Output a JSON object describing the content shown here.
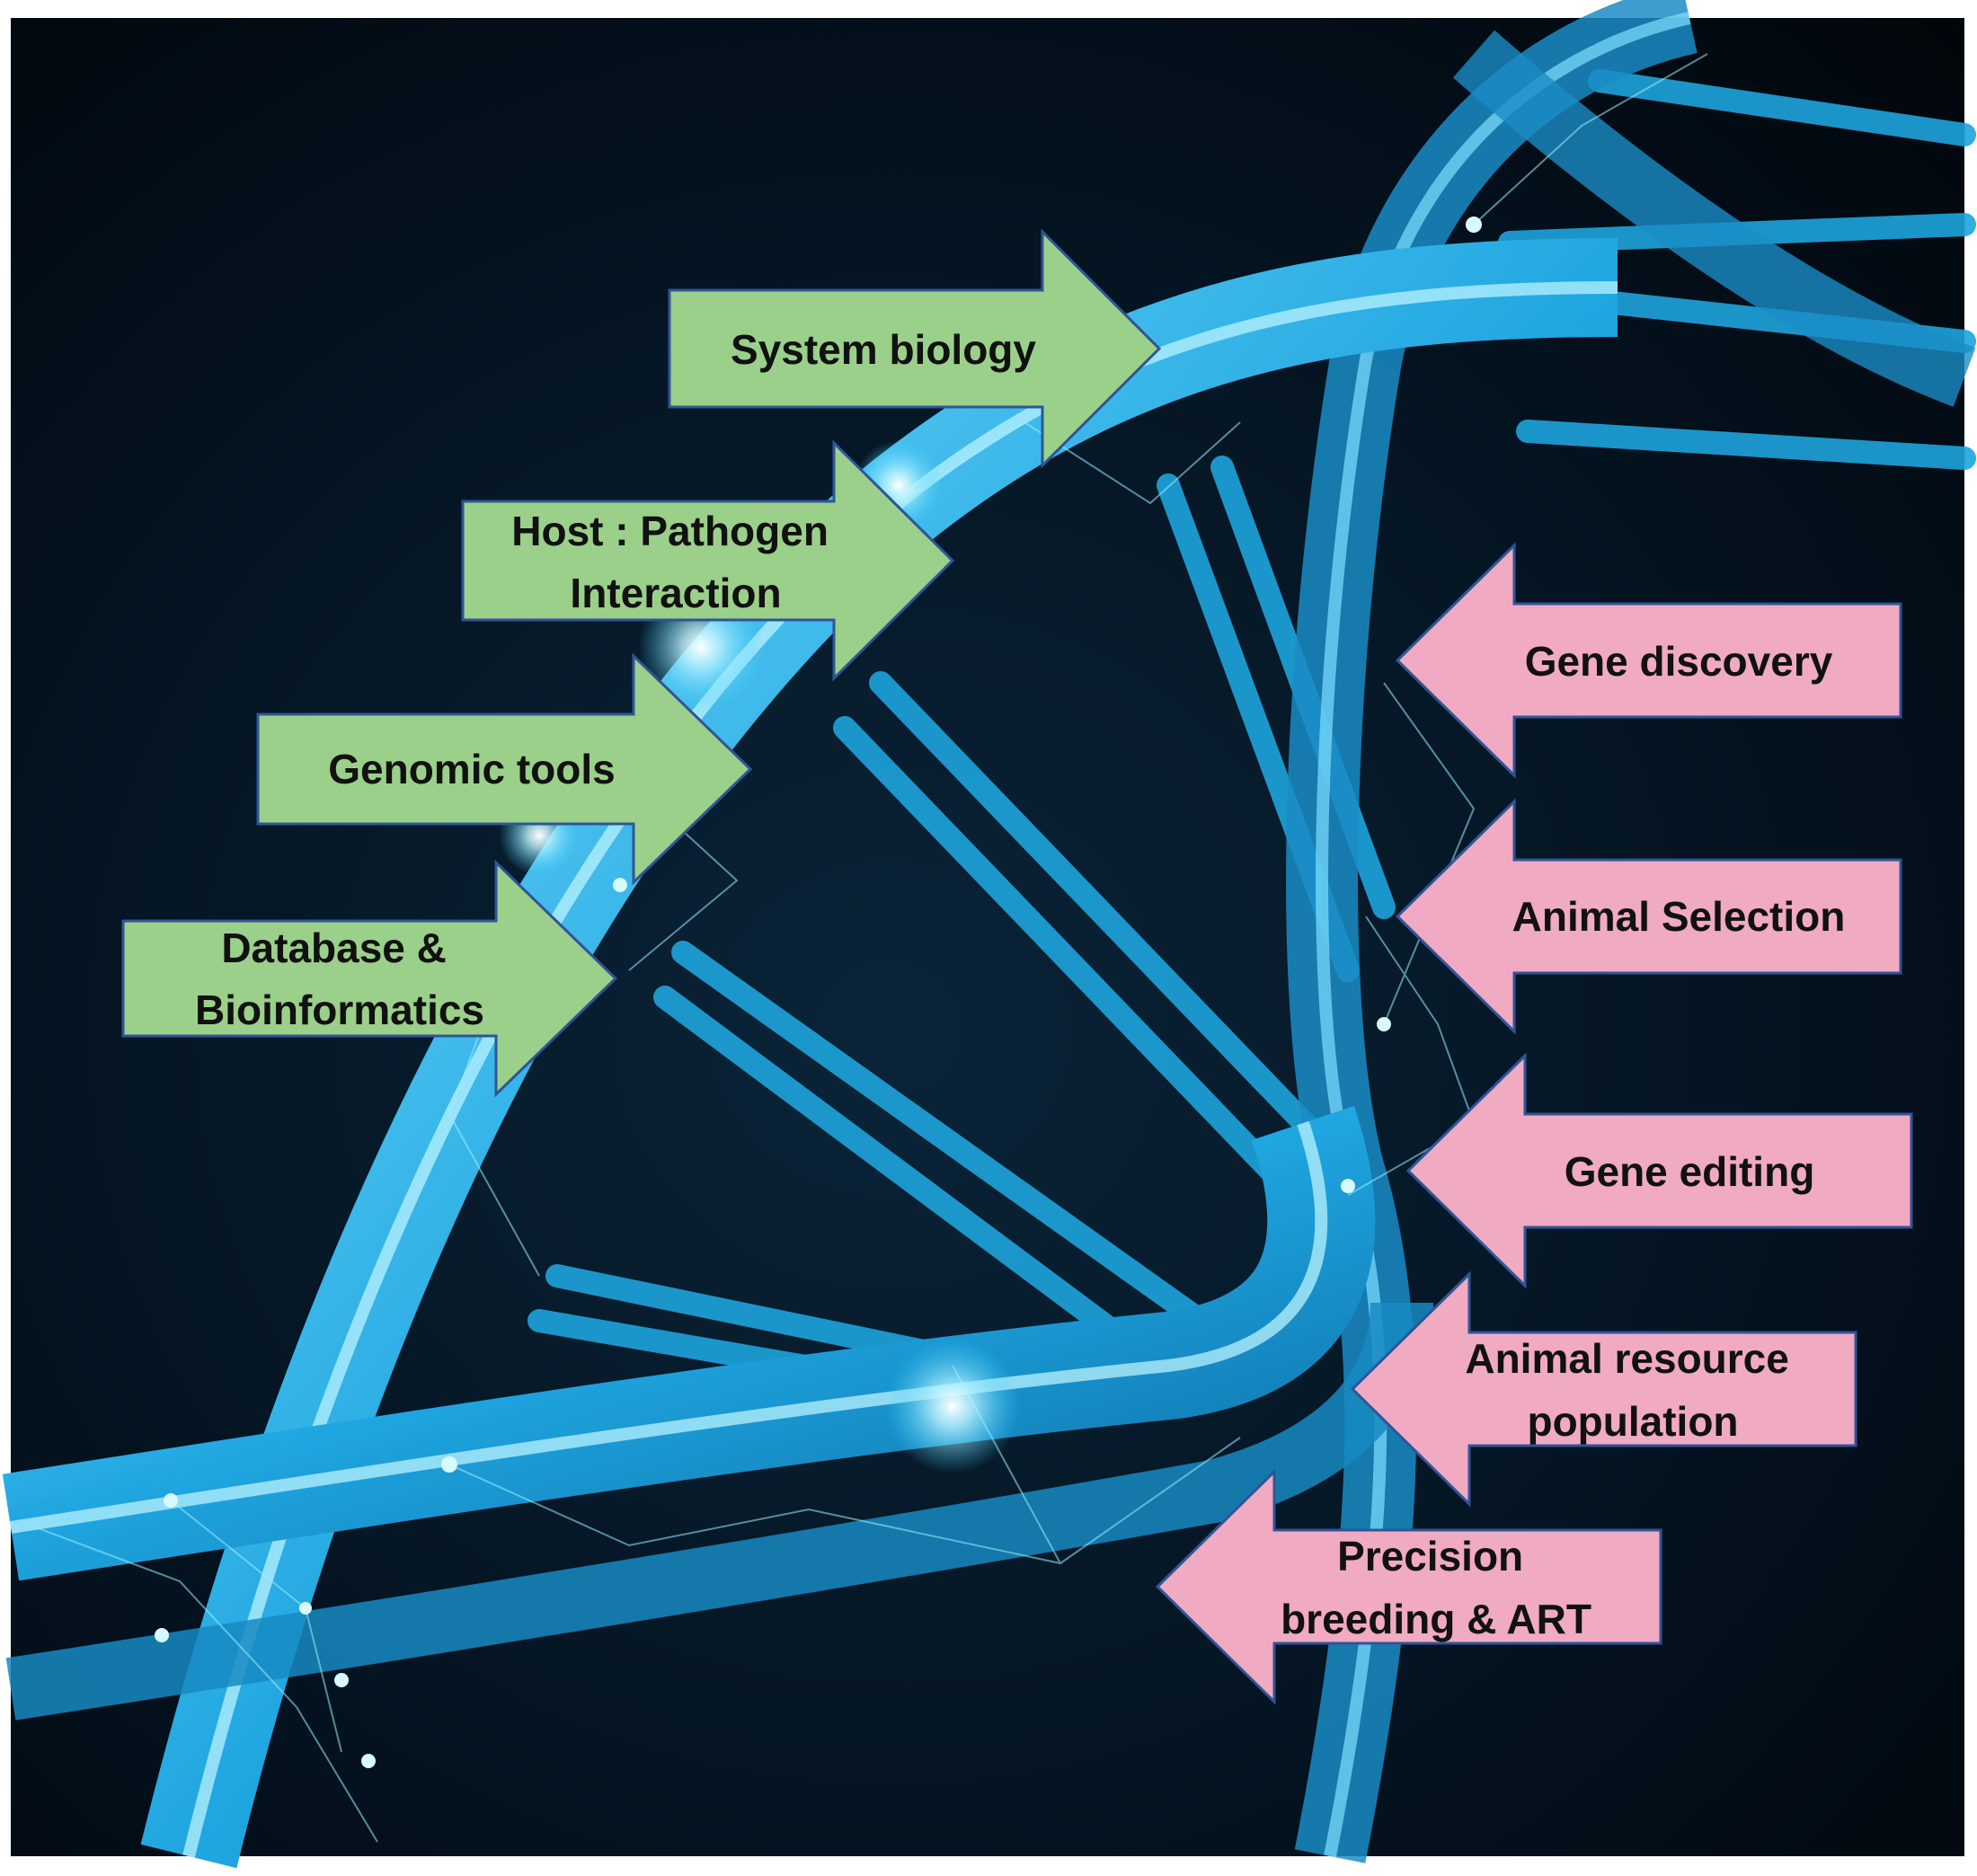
{
  "colors": {
    "background_dark": "#020a14",
    "helix_blue": "#2fb6ee",
    "helix_light": "#8ee8ff",
    "green_arrow": "#9bd08a",
    "pink_arrow": "#f0aac2",
    "arrow_outline": "#2f5597"
  },
  "left_arrows": [
    {
      "lines": [
        "System biology"
      ]
    },
    {
      "lines": [
        "Host : Pathogen",
        "Interaction"
      ]
    },
    {
      "lines": [
        "Genomic tools"
      ]
    },
    {
      "lines": [
        "Database &",
        "Bioinformatics"
      ]
    }
  ],
  "right_arrows": [
    {
      "lines": [
        "Gene discovery"
      ]
    },
    {
      "lines": [
        "Animal Selection"
      ]
    },
    {
      "lines": [
        "Gene editing"
      ]
    },
    {
      "lines": [
        "Animal resource",
        "population"
      ]
    },
    {
      "lines": [
        "Precision",
        "breeding & ART"
      ]
    }
  ]
}
